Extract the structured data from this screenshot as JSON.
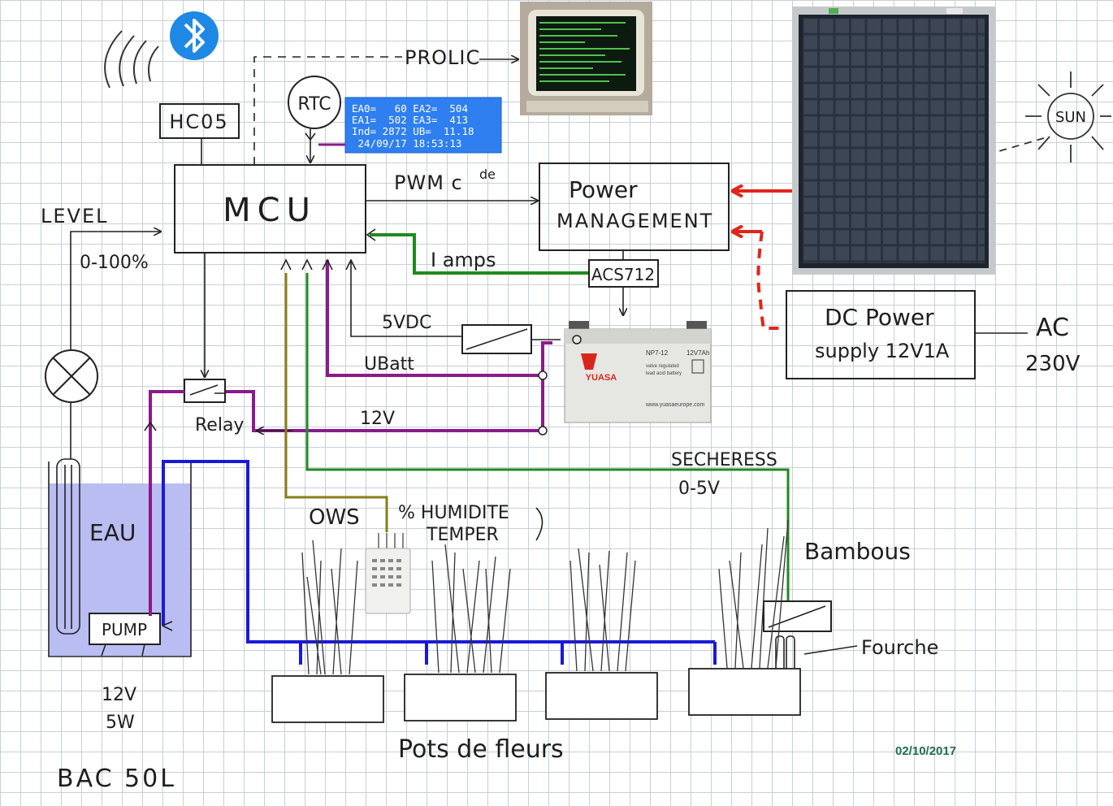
{
  "labels": {
    "prolic": "PROLIC",
    "rtc": "RTC",
    "hc05": "HC05",
    "mcu": "MCU",
    "pwm": "PWM c",
    "pwm_sup": "de",
    "power1": "Power",
    "power2": "MANAGEMENT",
    "level": "LEVEL",
    "level_range": "0-100%",
    "iamps": "I amps",
    "acs": "ACS712",
    "five_vdc": "5VDC",
    "ubatt": "UBatt",
    "twelve_v": "12V",
    "relay": "Relay",
    "dc1": "DC Power",
    "dc2": "supply 12V1A",
    "ac": "AC",
    "ac_v": "230V",
    "sun": "SUN",
    "secheress": "SECHERESS",
    "secheress_range": "0-5V",
    "ows": "OWS",
    "humidite": "% HUMIDITE",
    "temper": "TEMPER",
    "bambous": "Bambous",
    "fourche": "Fourche",
    "eau": "EAU",
    "pump": "PUMP",
    "pump_v": "12V",
    "pump_w": "5W",
    "bac": "BAC 50L",
    "pots": "Pots de fleurs",
    "date": "02/10/2017"
  },
  "lcd": {
    "line1": "EA0=   60 EA2=  504",
    "line2": "EA1=  502 EA3=  413",
    "line3": "Ind= 2872 UB=  11.18",
    "line4": " 24/09/17 18:53:13"
  },
  "battery": {
    "brand": "YUASA",
    "model": "NP7-12",
    "rating": "12V7Ah",
    "desc1": "valve regulated",
    "desc2": "lead acid battery",
    "site": "www.yuasaeurope.com"
  },
  "colors": {
    "battery_wire": "#8b1a8b",
    "signal_wire": "#1f8a1f",
    "ows_wire": "#8a7d1a",
    "water_pipe": "#1a1ad6",
    "red_arrow": "#e0251b",
    "water": "#b9bdf2",
    "lcd": "#2f7ff0",
    "bluetooth": "#1e88e5"
  }
}
